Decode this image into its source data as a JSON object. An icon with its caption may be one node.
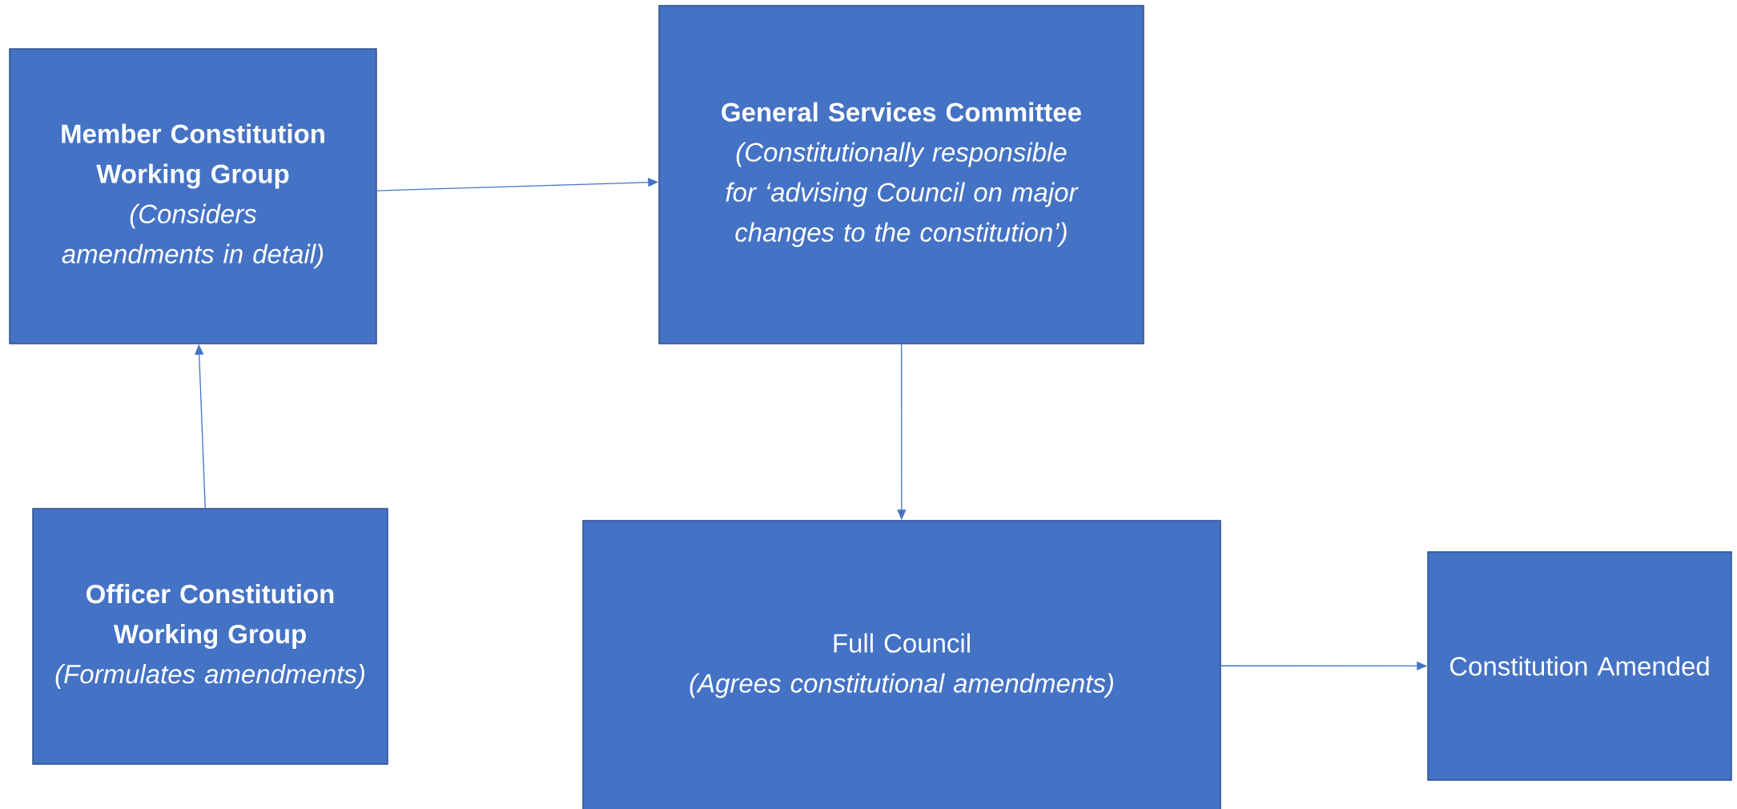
{
  "diagram": {
    "nodes": [
      {
        "text": [
          "Member Constitution Working Group",
          "(Considers amendments in detail)"
        ]
      },
      {
        "text": [
          "General Services Committee",
          "(Constitutionally responsible for ‘advising Council on major changes to the constitution’)"
        ]
      },
      {
        "text": [
          "Officer Constitution Working Group",
          "(Formulates amendments)"
        ]
      },
      {
        "text": [
          "Full Council",
          "(Agrees constitutional amendments)"
        ]
      },
      {
        "text": [
          "Constitution Amended"
        ]
      }
    ],
    "edges": [
      {
        "from": 0,
        "to": 1,
        "arrow": "to"
      },
      {
        "from": 2,
        "to": 0,
        "arrow": "to"
      },
      {
        "from": 1,
        "to": 3,
        "arrow": "to"
      },
      {
        "from": 3,
        "to": 4,
        "arrow": "to"
      }
    ]
  }
}
